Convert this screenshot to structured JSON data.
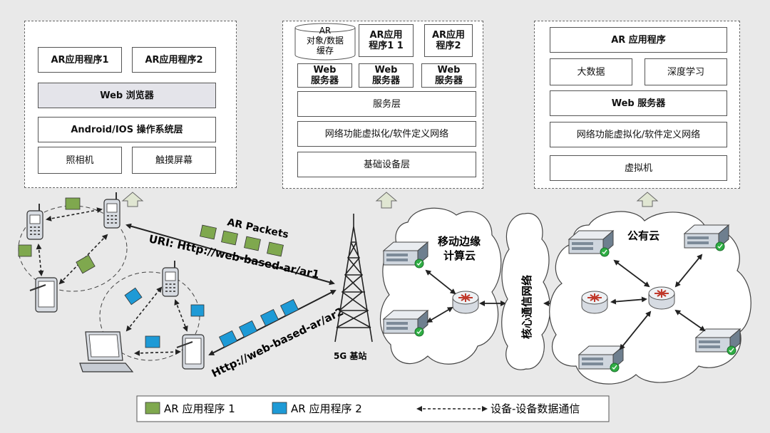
{
  "left_panel": {
    "app1": "AR应用程序1",
    "app2": "AR应用程序2",
    "browser": "Web 浏览器",
    "os_layer": "Android/IOS 操作系统层",
    "camera": "照相机",
    "touchscreen": "触摸屏幕"
  },
  "middle_panel": {
    "cache": "AR\n对象/数据\n缓存",
    "app1": "AR应用\n程序1 1",
    "app2": "AR应用\n程序2",
    "web_server": "Web\n服务器",
    "service_layer": "服务层",
    "nfv_sdn": "网络功能虚拟化/软件定义网络",
    "infra_layer": "基础设备层"
  },
  "right_panel": {
    "app": "AR 应用程序",
    "big_data": "大数据",
    "deep_learning": "深度学习",
    "web_server": "Web 服务器",
    "nfv_sdn": "网络功能虚拟化/软件定义网络",
    "vm": "虚拟机"
  },
  "network": {
    "ar_packets": "AR Packets",
    "uri1": "URI: Http://web-based-ar/ar1",
    "uri2": "Http://web-based-ar/ar2",
    "base_station": "5G 基站",
    "edge_cloud_line1": "移动边缘",
    "edge_cloud_line2": "计算云",
    "core_network": "核心通信网络",
    "public_cloud": "公有云"
  },
  "legend": {
    "item1": "AR 应用程序 1",
    "item2": "AR 应用程序 2",
    "item3": "设备-设备数据通信",
    "colors": {
      "app1": "#7fa84e",
      "app2": "#1e9ad6"
    }
  }
}
